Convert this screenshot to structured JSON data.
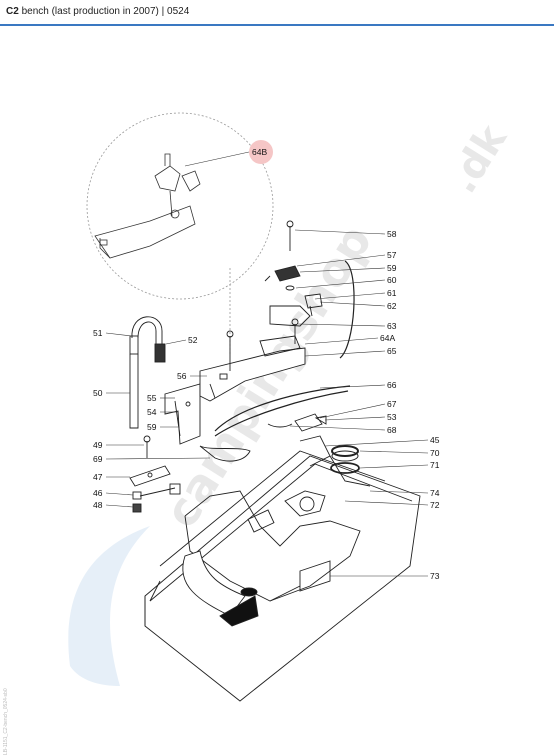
{
  "header": {
    "model": "C2",
    "rest": " bench (last production in 2007) | 0524",
    "accent": "#3a78c2"
  },
  "watermark": {
    "text": "campingshop",
    "suffix": ".dk"
  },
  "side_code": "LB-1151_C2-bench_0524-sb0",
  "callouts": [
    {
      "id": "64B"
    },
    {
      "id": "58"
    },
    {
      "id": "57"
    },
    {
      "id": "59"
    },
    {
      "id": "60"
    },
    {
      "id": "61"
    },
    {
      "id": "62"
    },
    {
      "id": "63"
    },
    {
      "id": "64A"
    },
    {
      "id": "65"
    },
    {
      "id": "66"
    },
    {
      "id": "67"
    },
    {
      "id": "53"
    },
    {
      "id": "68"
    },
    {
      "id": "45"
    },
    {
      "id": "70"
    },
    {
      "id": "71"
    },
    {
      "id": "74"
    },
    {
      "id": "72"
    },
    {
      "id": "73"
    },
    {
      "id": "51"
    },
    {
      "id": "52"
    },
    {
      "id": "50"
    },
    {
      "id": "56"
    },
    {
      "id": "55"
    },
    {
      "id": "54"
    },
    {
      "id": "59b",
      "text": "59"
    },
    {
      "id": "49"
    },
    {
      "id": "69"
    },
    {
      "id": "47"
    },
    {
      "id": "46"
    },
    {
      "id": "48"
    }
  ]
}
